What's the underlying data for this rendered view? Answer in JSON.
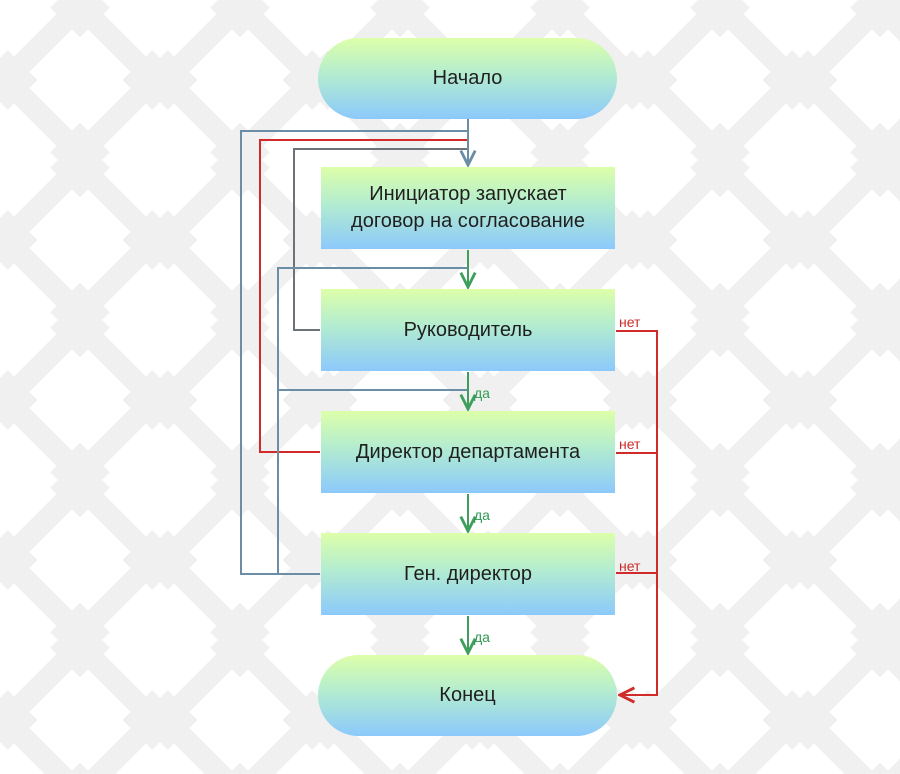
{
  "nodes": {
    "start": "Начало",
    "initiator": "Инициатор запускает договор на согласование",
    "manager": "Руководитель",
    "dept_director": "Директор департамента",
    "gen_director": "Ген. директор",
    "end": "Конец"
  },
  "labels": {
    "yes": "да",
    "no": "нет"
  },
  "colors": {
    "main_flow": "#3e9e5c",
    "reject_flow": "#d02a2a",
    "loop_blue": "#6b8ea6",
    "loop_gray": "#6d7278",
    "pattern": "#f0f0f0"
  }
}
